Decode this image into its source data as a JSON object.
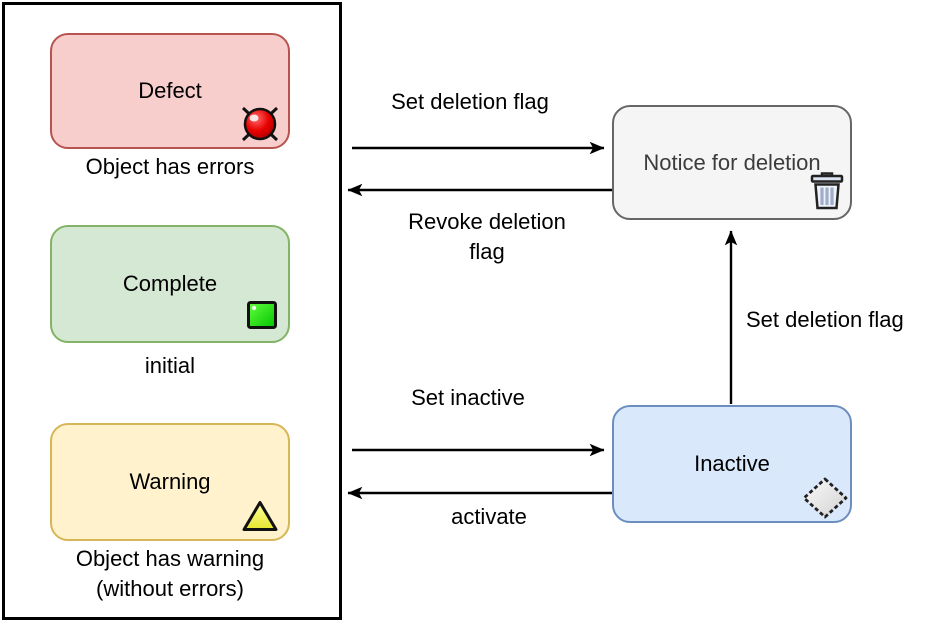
{
  "diagram": {
    "background": "#ffffff",
    "legend": {
      "panel_border": "#000000",
      "states": [
        {
          "label": "Defect",
          "caption": "Object has errors",
          "fill": "#f8cecc",
          "border": "#b85450",
          "icon": "error-ball-icon",
          "icon_color": "#e30000"
        },
        {
          "label": "Complete",
          "caption": "initial",
          "fill": "#d5e8d4",
          "border": "#82b366",
          "icon": "green-square-icon",
          "icon_color": "#00d400"
        },
        {
          "label": "Warning",
          "caption": "Object has warning (without errors)",
          "fill": "#fff2cc",
          "border": "#d6b656",
          "icon": "warning-triangle-icon",
          "icon_color": "#eded3a"
        }
      ]
    },
    "nodes": [
      {
        "label": "Notice for deletion",
        "fill": "#f5f5f5",
        "border": "#666666",
        "text_color": "#3c3c3c",
        "icon": "trash-icon"
      },
      {
        "label": "Inactive",
        "fill": "#dae8fc",
        "border": "#6c8ebf",
        "text_color": "#000000",
        "icon": "diamond-icon"
      }
    ],
    "edges": [
      {
        "label": "Set deletion flag",
        "from": "legend-panel",
        "to": "Notice for deletion"
      },
      {
        "label": "Revoke deletion flag",
        "from": "Notice for deletion",
        "to": "legend-panel"
      },
      {
        "label": "Set inactive",
        "from": "legend-panel",
        "to": "Inactive"
      },
      {
        "label": "activate",
        "from": "Inactive",
        "to": "legend-panel"
      },
      {
        "label": "Set deletion flag",
        "from": "Inactive",
        "to": "Notice for deletion"
      }
    ],
    "arrow_color": "#000000"
  }
}
